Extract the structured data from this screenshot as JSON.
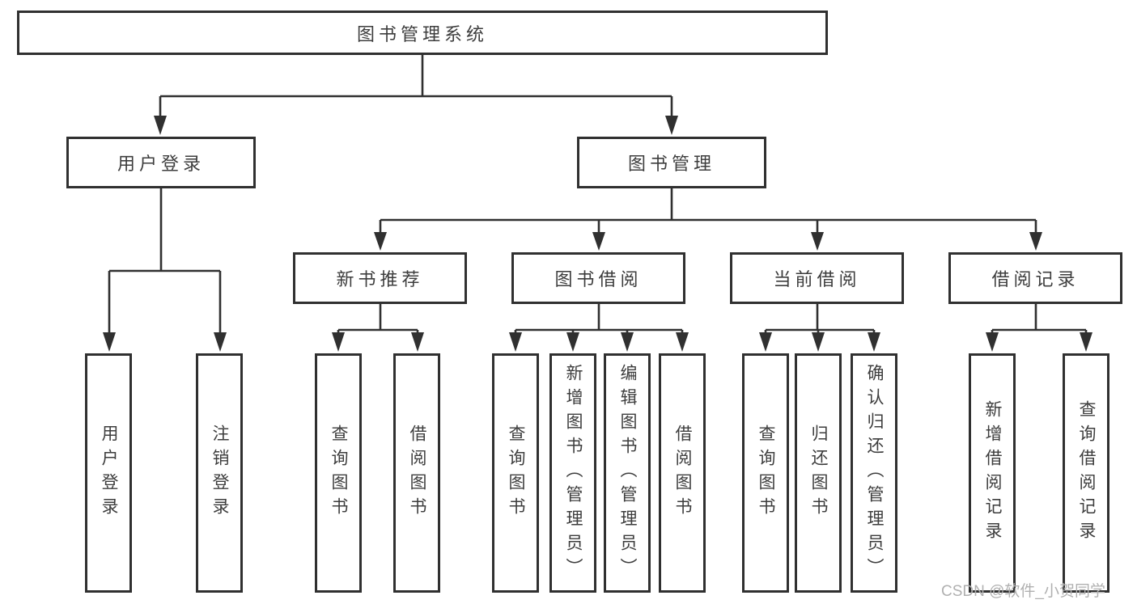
{
  "tree": {
    "root": {
      "label": "图书管理系统",
      "children": [
        {
          "label": "用户登录",
          "children": [
            {
              "label": "用户登录"
            },
            {
              "label": "注销登录"
            }
          ]
        },
        {
          "label": "图书管理",
          "children": [
            {
              "label": "新书推荐",
              "children": [
                {
                  "label": "查询图书"
                },
                {
                  "label": "借阅图书"
                }
              ]
            },
            {
              "label": "图书借阅",
              "children": [
                {
                  "label": "查询图书"
                },
                {
                  "label": "新增图书（管理员）"
                },
                {
                  "label": "编辑图书（管理员）"
                },
                {
                  "label": "借阅图书"
                }
              ]
            },
            {
              "label": "当前借阅",
              "children": [
                {
                  "label": "查询图书"
                },
                {
                  "label": "归还图书"
                },
                {
                  "label": "确认归还（管理员）"
                }
              ]
            },
            {
              "label": "借阅记录",
              "children": [
                {
                  "label": "新增借阅记录"
                },
                {
                  "label": "查询借阅记录"
                }
              ]
            }
          ]
        }
      ]
    }
  },
  "watermark": {
    "text": "CSDN @软件_小贺同学",
    "color": "#b0b0b0"
  },
  "colors": {
    "border": "#303030",
    "line": "#303030",
    "text": "#3d3d3d",
    "background": "#ffffff"
  }
}
